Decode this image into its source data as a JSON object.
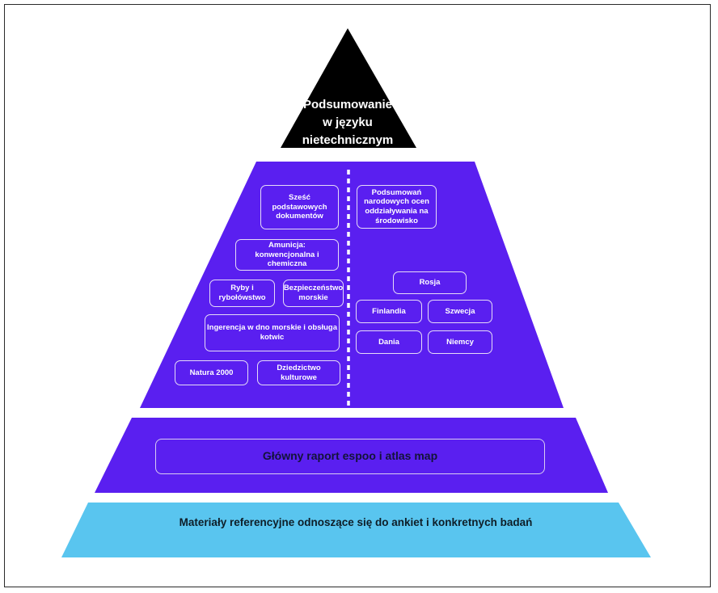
{
  "diagram": {
    "colors": {
      "apex": "#000000",
      "middle": "#5a1ff0",
      "band": "#5a1ff0",
      "base": "#59c5ef",
      "box_border": "#e6dcf7",
      "divider": "#ffffff"
    },
    "apex": {
      "line1": "Podsumowanie",
      "line2": "w języku",
      "line3": "nietechnicznym"
    },
    "middle_left": {
      "core_docs": "Sześć podstawowych dokumentów",
      "ammunition": "Amunicja: konwencjonalna i chemiczna",
      "fisheries": "Ryby i rybołówstwo",
      "maritime_safety": "Bezpieczeństwo morskie",
      "seabed": "Ingerencja w dno morskie i obsługa kotwic",
      "natura": "Natura 2000",
      "heritage": "Dziedzictwo kulturowe"
    },
    "middle_right": {
      "national_summaries": "Podsumowań narodowych ocen oddziaływania na środowisko",
      "russia": "Rosja",
      "finland": "Finlandia",
      "sweden": "Szwecja",
      "denmark": "Dania",
      "germany": "Niemcy"
    },
    "band": {
      "main_report": "Główny raport espoo i atlas map"
    },
    "base": {
      "reference": "Materiały referencyjne odnoszące się do ankiet i konkretnych badań"
    }
  }
}
